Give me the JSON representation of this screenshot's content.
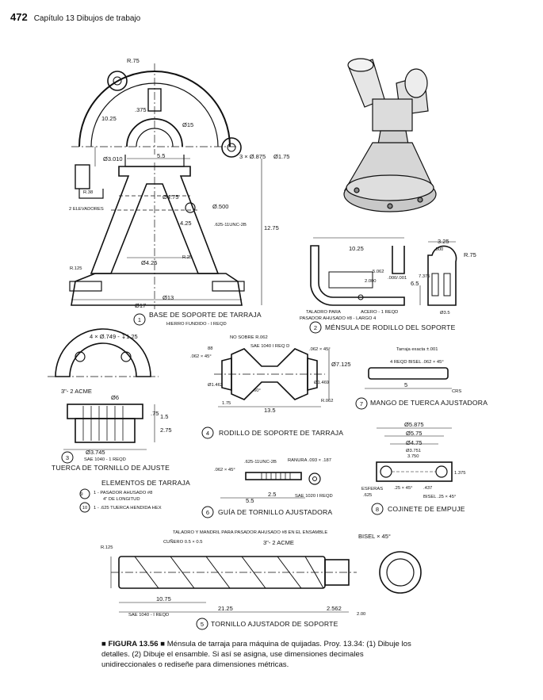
{
  "header": {
    "page_number": "472",
    "chapter": "Capítulo 13  Dibujos de trabajo"
  },
  "parts": [
    {
      "num": "1",
      "title": "BASE DE SOPORTE DE TARRAJA",
      "sub": "HIERRO FUNDIDO - I REQD"
    },
    {
      "num": "2",
      "title": "MÉNSULA DE RODILLO DEL SOPORTE",
      "sub": "ACERO - 1 REQD"
    },
    {
      "num": "3",
      "title": "TUERCA DE TORNILLO DE AJUSTE",
      "sub": "SAE 1040 - 1 REQD"
    },
    {
      "num": "4",
      "title": "RODILLO DE SOPORTE DE TARRAJA",
      "sub": "SAE 1040 I REQ D"
    },
    {
      "num": "5",
      "title": "TORNILLO AJUSTADOR DE SOPORTE",
      "sub": "SAE 1040 - I REQD"
    },
    {
      "num": "6",
      "title": "GUÍA DE TORNILLO AJUSTADORA",
      "sub": "SAE 1020 I REQD"
    },
    {
      "num": "7",
      "title": "MANGO DE TUERCA AJUSTADORA",
      "sub": ""
    },
    {
      "num": "8",
      "title": "COJINETE DE EMPUJE",
      "sub": "BISEL .25 × 45°"
    }
  ],
  "elements": {
    "title": "ELEMENTOS DE TARRAJA",
    "items": [
      {
        "num": "9",
        "text": "1 - PASADOR AHUSADO #8",
        "text2": "4\" DE LONGITUD"
      },
      {
        "num": "10",
        "text": "1 - .625 TUERCA HENDIDA HEX",
        "text2": ""
      }
    ]
  },
  "dims": {
    "r75": "R.75",
    "d375": ".375",
    "d1025": "10.25",
    "d15": "Ø15",
    "holes": "3 × Ø.875",
    "cbore": "Ø1.75",
    "d3010": "Ø3.010",
    "d55": "5.5",
    "d475": "Ø4.75",
    "d500": "Ø.500",
    "d425": "4.25",
    "thread625": ".625-11UNC-2B",
    "d1275": "12.75",
    "d425b": "Ø4.25",
    "r25": "R.25",
    "r38": "R.38",
    "elev": "2 ELEVADORES",
    "r125": "R.125",
    "d17": "Ø17",
    "d13": "Ø13",
    "d1025b": "10.25",
    "d325": "3.25",
    "r75b": "R.75",
    "d500b": ".500",
    "d5062": "5.062",
    "d2000": "2.000",
    "d2000tol": ".000/.001",
    "d65": "6.5",
    "d7375": "7.375",
    "d35": "Ø3.5",
    "taladro": "TALADRO PARA",
    "pasador": "PASADOR AHUSADO #8 - LARGO 4",
    "nosobre": "NO SOBRE R.062",
    "d88": "88",
    "d062x45": ".062 × 45°",
    "d7125": "Ø7.125",
    "d1469": "Ø1.469",
    "d1463": "Ø1.463",
    "d60": "60°",
    "d175": "1.75",
    "d135": "13.5",
    "r062": "R.062",
    "tarraja": "Tarraja exacta ±.001",
    "bisel4": "4 REQD BISEL .062 × 45°",
    "d5": "5",
    "crs": "CRS",
    "d4749": "4 × Ø.749 - ↧1.25",
    "acme": "3\"- 2 ACME",
    "d6": "Ø6",
    "d75": ".75",
    "d15b": "1.5",
    "d275": "2.75",
    "d3745": "Ø3.745",
    "d5875": "Ø5.875",
    "d575": "Ø5.75",
    "d475b": "Ø4.75",
    "d3751": "Ø3.751",
    "d3750": "3.750",
    "d375b": "1.375",
    "esferas": "ESFERAS",
    "d625": ".625",
    "d25x45": ".25 × 45°",
    "d437": ".437",
    "ranura": "RANURA .093 × .187",
    "d55b": "5.5",
    "d25": "2.5",
    "d062x45b": ".062 × 45°",
    "taladro2": "TALADRO Y MANDRIL PARA PASADOR AHUSADO #8 EN EL ENSAMBLE",
    "cunero": "CUÑERO 0.5 × 0.5",
    "acme2": "3\"- 2 ACME",
    "bisel45": "BISEL × 45°",
    "r125b": "R.125",
    "d1075": "10.75",
    "d2125": "21.25",
    "d2562": "2.562",
    "d2000b": "2.00"
  },
  "caption": {
    "fig": "■ FIGURA 13.56 ■",
    "text": "Ménsula de tarraja para máquina de quijadas. Proy. 13.34: (1) Dibuje los detalles. (2) Dibuje el ensamble. Si así se asigna, use dimensiones decimales unidireccionales o rediseñe para dimensiones métricas."
  }
}
